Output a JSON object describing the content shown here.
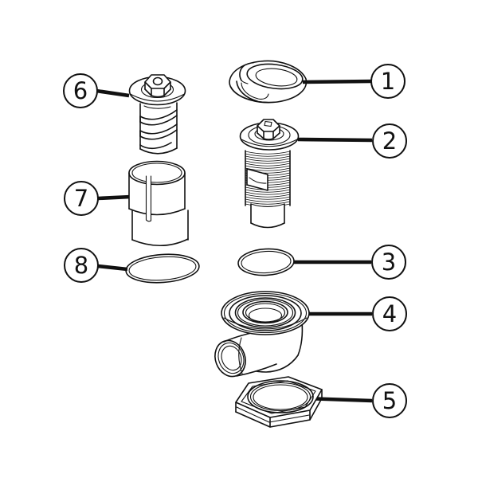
{
  "figure": {
    "kind": "exploded-parts-diagram",
    "background_color": "#ffffff",
    "line_color": "#111111",
    "callout_border_color": "#111111",
    "callout_text_color": "#111111"
  },
  "callouts": [
    {
      "label": "1",
      "part": "dome-cap"
    },
    {
      "label": "2",
      "part": "threaded-valve-body"
    },
    {
      "label": "3",
      "part": "o-ring"
    },
    {
      "label": "4",
      "part": "elbow-drain-body"
    },
    {
      "label": "5",
      "part": "hex-lock-nut"
    },
    {
      "label": "6",
      "part": "flanged-screw"
    },
    {
      "label": "7",
      "part": "sleeve"
    },
    {
      "label": "8",
      "part": "o-ring"
    }
  ]
}
